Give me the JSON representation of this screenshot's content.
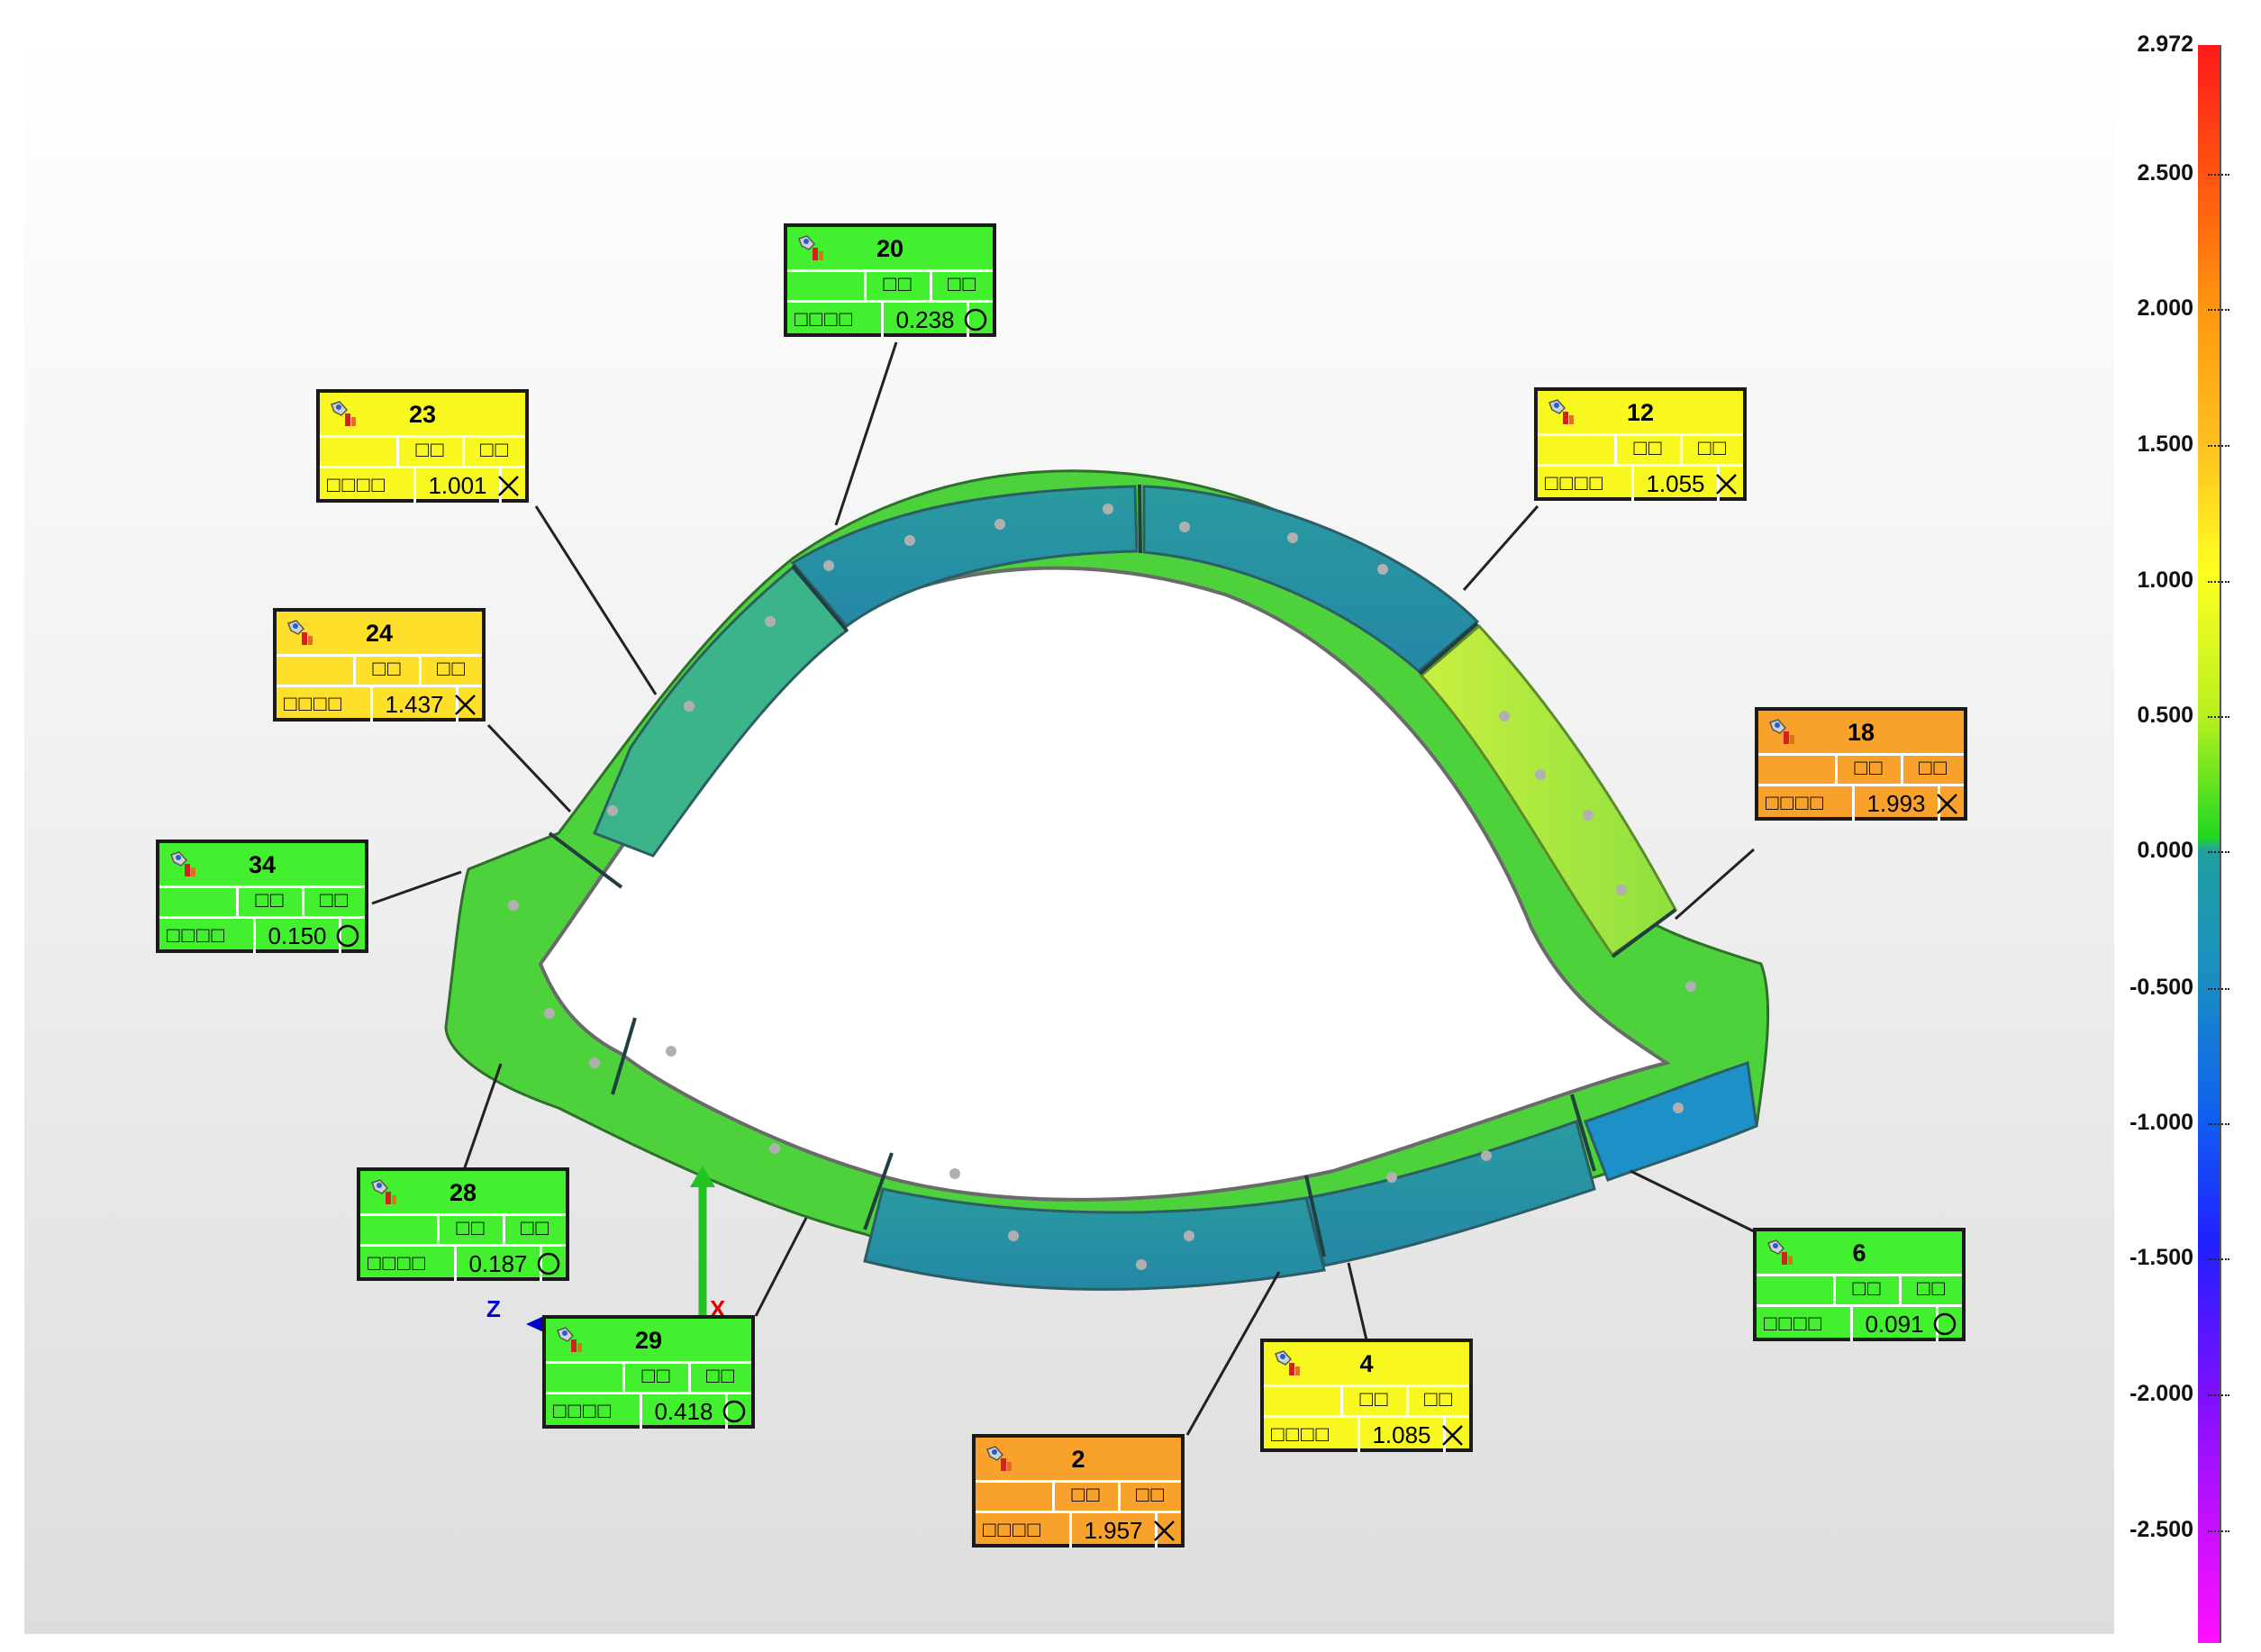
{
  "viewport": {
    "background_top": "#ffffff",
    "background_bottom": "#dddddd"
  },
  "axis_gizmo": {
    "x_label": "X",
    "y_label": "",
    "z_label": "Z",
    "x_color": "#e00000",
    "y_color": "#22c422",
    "z_color": "#0000cc"
  },
  "labels": [
    {
      "id": "20",
      "header1": "□□",
      "header2": "□□",
      "row_name": "□□□□",
      "value": "0.238",
      "result": "pass",
      "color": "#42f030"
    },
    {
      "id": "23",
      "header1": "□□",
      "header2": "□□",
      "row_name": "□□□□",
      "value": "1.001",
      "result": "fail",
      "color": "#f8f820"
    },
    {
      "id": "12",
      "header1": "□□",
      "header2": "□□",
      "row_name": "□□□□",
      "value": "1.055",
      "result": "fail",
      "color": "#f8f820"
    },
    {
      "id": "24",
      "header1": "□□",
      "header2": "□□",
      "row_name": "□□□□",
      "value": "1.437",
      "result": "fail",
      "color": "#fedf2a"
    },
    {
      "id": "18",
      "header1": "□□",
      "header2": "□□",
      "row_name": "□□□□",
      "value": "1.993",
      "result": "fail",
      "color": "#f8a22c"
    },
    {
      "id": "34",
      "header1": "□□",
      "header2": "□□",
      "row_name": "□□□□",
      "value": "0.150",
      "result": "pass",
      "color": "#42f030"
    },
    {
      "id": "28",
      "header1": "□□",
      "header2": "□□",
      "row_name": "□□□□",
      "value": "0.187",
      "result": "pass",
      "color": "#42f030"
    },
    {
      "id": "6",
      "header1": "□□",
      "header2": "□□",
      "row_name": "□□□□",
      "value": "0.091",
      "result": "pass",
      "color": "#42f030"
    },
    {
      "id": "29",
      "header1": "□□",
      "header2": "□□",
      "row_name": "□□□□",
      "value": "0.418",
      "result": "pass",
      "color": "#42f030"
    },
    {
      "id": "4",
      "header1": "□□",
      "header2": "□□",
      "row_name": "□□□□",
      "value": "1.085",
      "result": "fail",
      "color": "#f8f820"
    },
    {
      "id": "2",
      "header1": "□□",
      "header2": "□□",
      "row_name": "□□□□",
      "value": "1.957",
      "result": "fail",
      "color": "#f8a22c"
    }
  ],
  "color_scale": {
    "max": "2.972",
    "ticks": [
      "2.972",
      "2.500",
      "2.000",
      "1.500",
      "1.000",
      "0.500",
      "0.000",
      "-0.500",
      "-1.000",
      "-1.500",
      "-2.000",
      "-2.500"
    ]
  }
}
